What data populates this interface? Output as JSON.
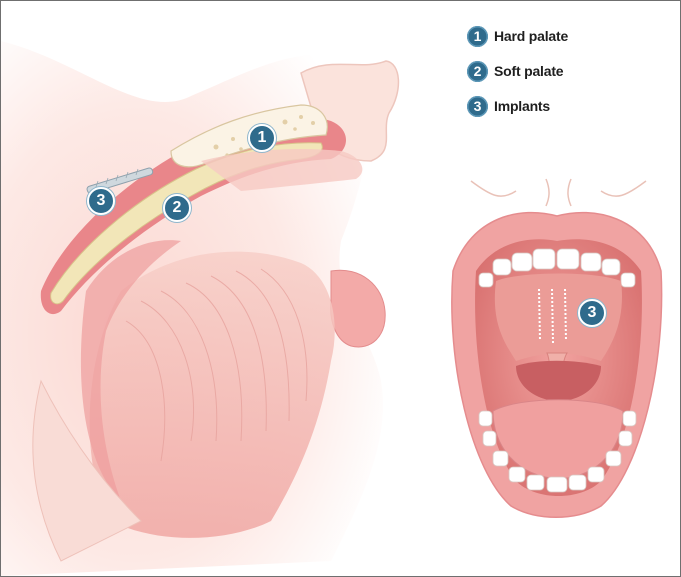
{
  "legend": {
    "items": [
      {
        "number": "1",
        "label": "Hard palate"
      },
      {
        "number": "2",
        "label": "Soft palate"
      },
      {
        "number": "3",
        "label": "Implants"
      }
    ]
  },
  "markers": {
    "hard_palate": "1",
    "soft_palate": "2",
    "implant_side": "3",
    "implant_front": "3"
  },
  "colors": {
    "marker_fill": "#2f6b8c",
    "tissue": "#f4b9b3",
    "mucosa": "#e9868a",
    "bone": "#f2e6b8"
  }
}
